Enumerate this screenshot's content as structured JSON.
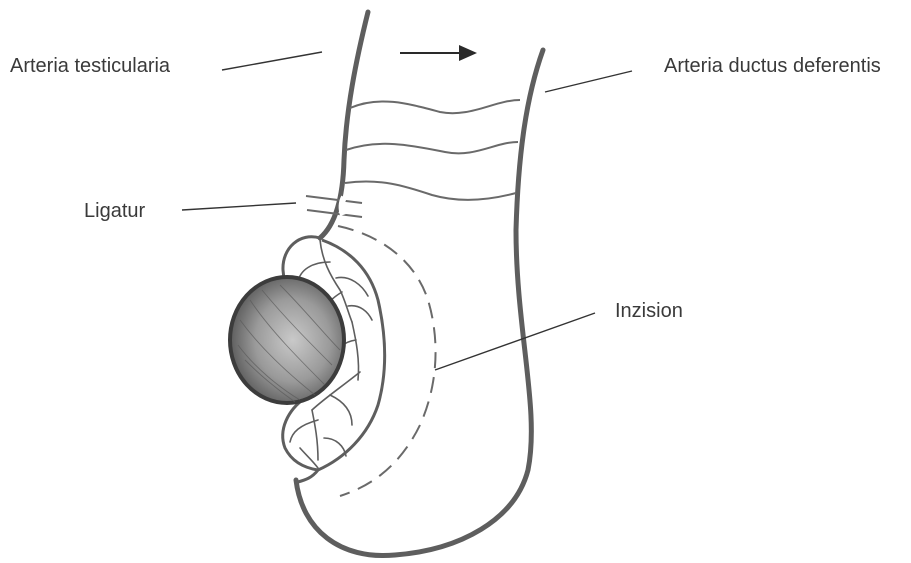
{
  "labels": {
    "arteria_testicularia": "Arteria testicularia",
    "arteria_ductus_deferentis": "Arteria ductus deferentis",
    "ligatur": "Ligatur",
    "inzision": "Inzision"
  },
  "colors": {
    "outline": "#5e5e5e",
    "label_text": "#3a3a3a",
    "testis_fill": "#8a8a8a",
    "background": "#ffffff"
  }
}
